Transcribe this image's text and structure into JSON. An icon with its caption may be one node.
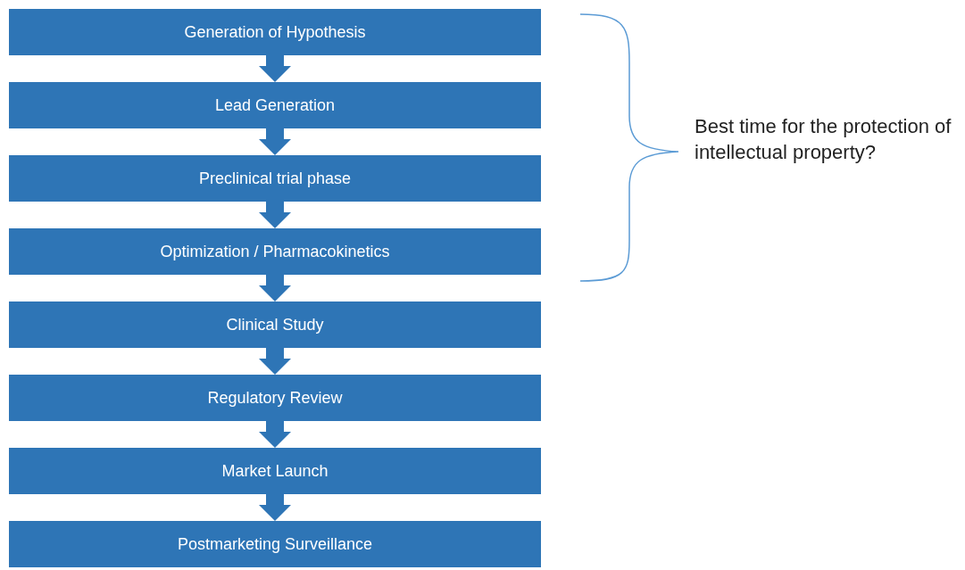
{
  "diagram": {
    "nodes": [
      {
        "text": [
          "Generation of Hypothesis"
        ]
      },
      {
        "text": [
          "Lead Generation"
        ]
      },
      {
        "text": [
          "Preclinical trial phase"
        ]
      },
      {
        "text": [
          "Optimization / Pharmacokinetics"
        ]
      },
      {
        "text": [
          "Clinical Study"
        ]
      },
      {
        "text": [
          "Regulatory Review"
        ]
      },
      {
        "text": [
          "Market Launch"
        ]
      },
      {
        "text": [
          "Postmarketing Surveillance"
        ]
      }
    ],
    "edges": [
      {
        "from": 0,
        "to": 1,
        "arrow": "to"
      },
      {
        "from": 1,
        "to": 2,
        "arrow": "to"
      },
      {
        "from": 2,
        "to": 3,
        "arrow": "to"
      },
      {
        "from": 3,
        "to": 4,
        "arrow": "to"
      },
      {
        "from": 4,
        "to": 5,
        "arrow": "to"
      },
      {
        "from": 5,
        "to": 6,
        "arrow": "to"
      },
      {
        "from": 6,
        "to": 7,
        "arrow": "to"
      }
    ],
    "labels": [
      "Best time for the protection of intellectual property?"
    ]
  }
}
